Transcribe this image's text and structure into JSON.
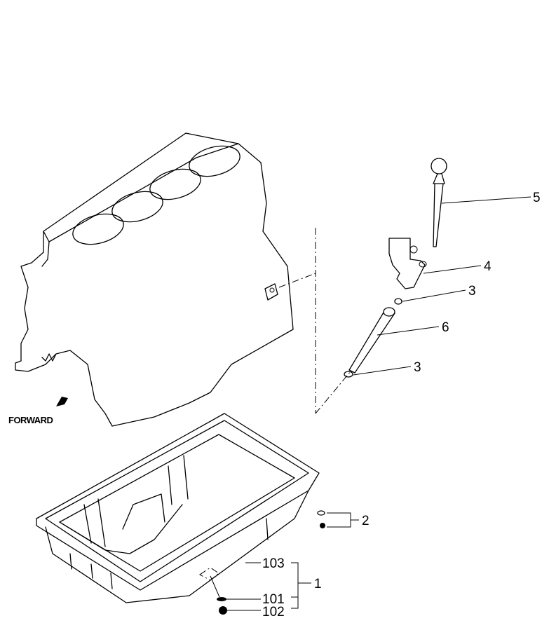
{
  "diagram": {
    "direction_label": "FORWARD",
    "callouts": [
      {
        "id": "5",
        "part": "dipstick"
      },
      {
        "id": "4",
        "part": "dipstick-guide-bracket"
      },
      {
        "id": "3",
        "part": "o-ring-upper"
      },
      {
        "id": "6",
        "part": "dipstick-tube"
      },
      {
        "id": "3",
        "part": "o-ring-lower"
      },
      {
        "id": "2",
        "part": "bolt-and-washer"
      },
      {
        "id": "103",
        "part": "drain-plug-boss"
      },
      {
        "id": "1",
        "part": "oil-pan-assembly"
      },
      {
        "id": "101",
        "part": "drain-washer"
      },
      {
        "id": "102",
        "part": "drain-plug"
      }
    ]
  }
}
